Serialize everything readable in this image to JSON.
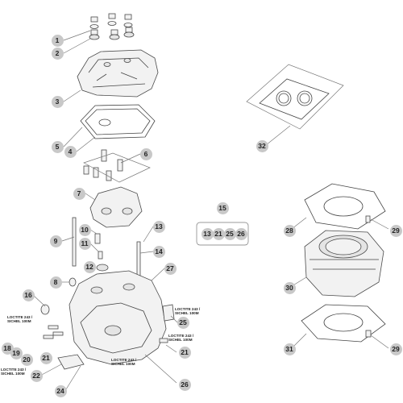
{
  "callouts": [
    {
      "id": "c1",
      "label": "1"
    },
    {
      "id": "c2",
      "label": "2"
    },
    {
      "id": "c3",
      "label": "3"
    },
    {
      "id": "c4",
      "label": "4"
    },
    {
      "id": "c5",
      "label": "5"
    },
    {
      "id": "c6",
      "label": "6"
    },
    {
      "id": "c7",
      "label": "7"
    },
    {
      "id": "c8",
      "label": "8"
    },
    {
      "id": "c9",
      "label": "9"
    },
    {
      "id": "c10",
      "label": "10"
    },
    {
      "id": "c11",
      "label": "11"
    },
    {
      "id": "c12",
      "label": "12"
    },
    {
      "id": "c13",
      "label": "13"
    },
    {
      "id": "c14",
      "label": "14"
    },
    {
      "id": "c15",
      "label": "15"
    },
    {
      "id": "c15a",
      "label": "13"
    },
    {
      "id": "c15b",
      "label": "21"
    },
    {
      "id": "c15c",
      "label": "25"
    },
    {
      "id": "c15d",
      "label": "26"
    },
    {
      "id": "c16",
      "label": "16"
    },
    {
      "id": "c18",
      "label": "18"
    },
    {
      "id": "c19",
      "label": "19"
    },
    {
      "id": "c20",
      "label": "20"
    },
    {
      "id": "c21a",
      "label": "21"
    },
    {
      "id": "c21b",
      "label": "21"
    },
    {
      "id": "c22",
      "label": "22"
    },
    {
      "id": "c24",
      "label": "24"
    },
    {
      "id": "c25",
      "label": "25"
    },
    {
      "id": "c26",
      "label": "26"
    },
    {
      "id": "c27",
      "label": "27"
    },
    {
      "id": "c28",
      "label": "28"
    },
    {
      "id": "c29a",
      "label": "29"
    },
    {
      "id": "c29b",
      "label": "29"
    },
    {
      "id": "c30",
      "label": "30"
    },
    {
      "id": "c31",
      "label": "31"
    },
    {
      "id": "c32",
      "label": "32"
    }
  ],
  "notes": [
    {
      "id": "n1",
      "line1": "LOCTITE 243 /",
      "line2": "SICHEL 100M"
    },
    {
      "id": "n2",
      "line1": "LOCTITE 243 /",
      "line2": "SICHEL 100M"
    },
    {
      "id": "n3",
      "line1": "LOCTITE 243 /",
      "line2": "SICHEL 100M"
    },
    {
      "id": "n4",
      "line1": "LOCTITE 243 /",
      "line2": "SICHEL 100M"
    },
    {
      "id": "n5",
      "line1": "LOCTITE 243 /",
      "line2": "SICHEL 100M"
    }
  ]
}
